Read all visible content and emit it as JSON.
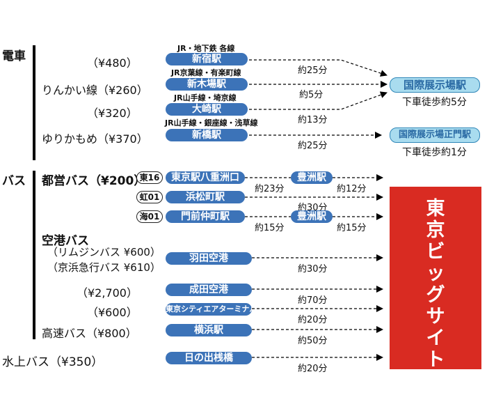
{
  "categories": {
    "train": "電車",
    "bus": "バス",
    "airport_bus": "空港バス",
    "water_bus": "水上バス（¥350）"
  },
  "train": {
    "routes": [
      {
        "price": "（¥480）",
        "note": "JR・地下鉄 各線",
        "station": "新宿駅",
        "time": "約25分"
      },
      {
        "price": "りんかい線（¥260）",
        "note": "JR京葉線・有楽町線",
        "station": "新木場駅",
        "time": "約5分"
      },
      {
        "price": "（¥320）",
        "note": "JR山手線・埼京線",
        "station": "大崎駅",
        "time": "約13分"
      },
      {
        "price": "ゆりかもめ（¥370）",
        "note": "JR山手線・銀座線・浅草線",
        "station": "新橋駅",
        "time": "約25分"
      }
    ],
    "destinations": [
      {
        "name": "国際展示場駅",
        "walk": "下車徒歩約5分"
      },
      {
        "name": "国際展示場正門駅",
        "walk": "下車徒歩約1分"
      }
    ]
  },
  "bus": {
    "toei": {
      "label": "都営バス（¥200）",
      "routes": [
        {
          "code": "東16",
          "station": "東京駅八重洲口",
          "via": "豊洲駅",
          "time1": "約23分",
          "time2": "約12分"
        },
        {
          "code": "虹01",
          "station": "浜松町駅",
          "time": "約30分"
        },
        {
          "code": "海01",
          "station": "門前仲町駅",
          "via": "豊洲駅",
          "time1": "約15分",
          "time2": "約15分"
        }
      ]
    },
    "airport": {
      "price_a": "（リムジンバス ¥600）",
      "price_b": "（京浜急行バス ¥610）",
      "station": "羽田空港",
      "time": "約30分"
    },
    "narita": {
      "price": "（¥2,700）",
      "station": "成田空港",
      "time": "約70分"
    },
    "tcat": {
      "price": "（¥600）",
      "station": "東京シティエアターミナル",
      "time": "約20分"
    },
    "highway": {
      "label": "高速バス（¥800）",
      "station": "横浜駅",
      "time": "約50分"
    }
  },
  "water_bus": {
    "station": "日の出桟橋",
    "time": "約20分"
  },
  "big_destination": {
    "chars": [
      "東",
      "京",
      "ビ",
      "ッ",
      "グ",
      "サ",
      "イ",
      "ト"
    ]
  },
  "colors": {
    "pill": "#3c73b8",
    "dest_fill": "#a9dcef",
    "dest_text": "#2a6aa4",
    "big": "#d92b22"
  }
}
